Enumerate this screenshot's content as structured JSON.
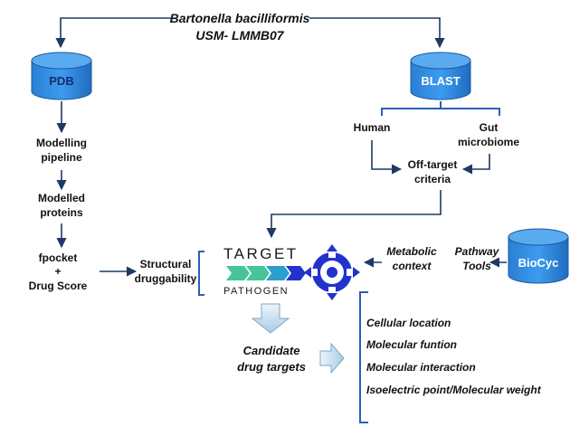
{
  "organism": {
    "line1": "Bartonella bacilliformis",
    "line2": "USM- LMMB07"
  },
  "databases": {
    "pdb": "PDB",
    "blast": "BLAST",
    "biocyc": "BioCyc"
  },
  "left_pipeline": {
    "modelling_1": "Modelling",
    "modelling_2": "pipeline",
    "modelled_1": "Modelled",
    "modelled_2": "proteins",
    "fpocket": "fpocket",
    "plus": "+",
    "drug_score": "Drug Score"
  },
  "blast_branch": {
    "human": "Human",
    "gut_1": "Gut",
    "gut_2": "microbiome",
    "offtarget_1": "Off-target",
    "offtarget_2": "criteria"
  },
  "structural": {
    "line1": "Structural",
    "line2": "druggability"
  },
  "metabolic": {
    "line1": "Metabolic",
    "line2": "context"
  },
  "pathway": {
    "line1": "Pathway",
    "line2": "Tools"
  },
  "logo": {
    "top": "TARGET",
    "bottom": "PATHOGEN"
  },
  "candidate": {
    "line1": "Candidate",
    "line2": "drug targets"
  },
  "criteria_list": [
    "Cellular location",
    "Molecular funtion",
    "Molecular interaction",
    "Isoelectric point/Molecular weight"
  ],
  "colors": {
    "arrow": "#1f3864",
    "cylinder_fill": "#2e8ae0",
    "cylinder_top": "#5aaaf0",
    "cylinder_edge": "#1c5aa0",
    "pdb_text": "#1a2a6e",
    "brace": "#2b5fb5",
    "logo_blue": "#2233cc",
    "logo_green": "#46c49a",
    "hollow_arrow": "#a9cbe3"
  }
}
